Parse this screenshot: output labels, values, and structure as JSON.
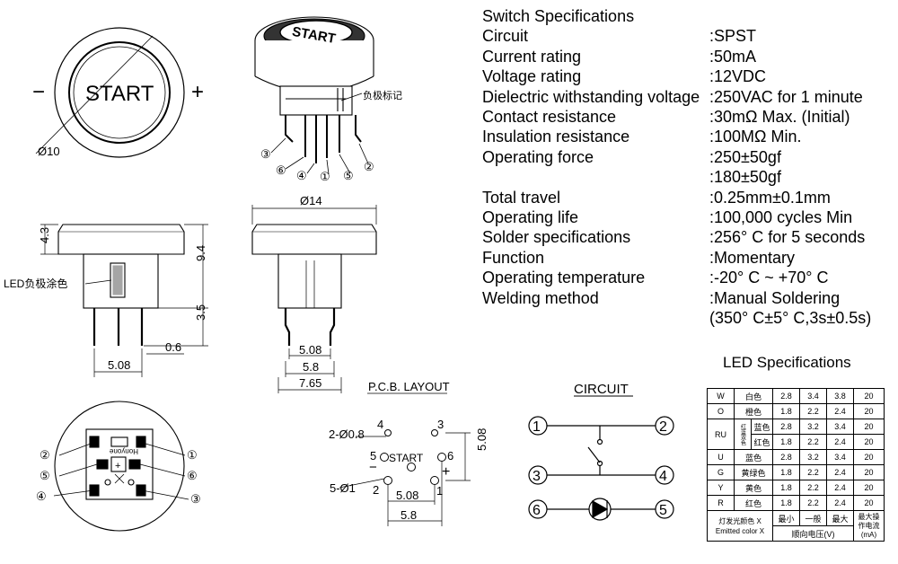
{
  "specs": {
    "title": "Switch Specifications",
    "rows": [
      {
        "k": "Circuit",
        "v": ":SPST"
      },
      {
        "k": "Current rating",
        "v": ":50mA"
      },
      {
        "k": "Voltage rating",
        "v": ":12VDC"
      },
      {
        "k": "Dielectric withstanding voltage",
        "v": ":250VAC for 1 minute"
      },
      {
        "k": "Contact resistance",
        "v": ":30mΩ  Max. (Initial)"
      },
      {
        "k": "Insulation resistance",
        "v": ":100MΩ  Min."
      },
      {
        "k": "Operating force",
        "v": ":250±50gf"
      },
      {
        "k": "",
        "v": ":180±50gf"
      },
      {
        "k": "Total travel",
        "v": ":0.25mm±0.1mm"
      },
      {
        "k": "Operating life",
        "v": ":100,000 cycles Min"
      },
      {
        "k": "Solder specifications",
        "v": ":256° C for 5 seconds"
      },
      {
        "k": "Function",
        "v": ":Momentary"
      },
      {
        "k": "Operating temperature",
        "v": ":-20° C ~ +70° C"
      },
      {
        "k": "Welding method",
        "v": ":Manual Soldering"
      },
      {
        "k": "",
        "v": "(350° C±5° C,3s±0.5s)"
      }
    ]
  },
  "led": {
    "title": "LED Specifications",
    "rows": [
      {
        "code": "W",
        "color": "白色",
        "min": "2.8",
        "typ": "3.4",
        "max": "3.8",
        "ma": "20"
      },
      {
        "code": "O",
        "color": "橙色",
        "min": "1.8",
        "typ": "2.2",
        "max": "2.4",
        "ma": "20"
      },
      {
        "code": "RU",
        "color": "蓝色",
        "min": "2.8",
        "typ": "3.2",
        "max": "3.4",
        "ma": "20"
      },
      {
        "code": "",
        "color": "红色",
        "min": "1.8",
        "typ": "2.2",
        "max": "2.4",
        "ma": "20"
      },
      {
        "code": "U",
        "color": "蓝色",
        "min": "2.8",
        "typ": "3.2",
        "max": "3.4",
        "ma": "20"
      },
      {
        "code": "G",
        "color": "黄绿色",
        "min": "1.8",
        "typ": "2.2",
        "max": "2.4",
        "ma": "20"
      },
      {
        "code": "Y",
        "color": "黄色",
        "min": "1.8",
        "typ": "2.2",
        "max": "2.4",
        "ma": "20"
      },
      {
        "code": "R",
        "color": "红色",
        "min": "1.8",
        "typ": "2.2",
        "max": "2.4",
        "ma": "20"
      }
    ],
    "ru_side": "红蓝双色",
    "footer": {
      "emit_cn": "灯发光颜色 X",
      "emit_en": "Emitted color X",
      "min": "最小",
      "typ": "一般",
      "max": "最大",
      "fwd": "顺向电压(V)",
      "cur_a": "最大操",
      "cur_b": "作电流",
      "cur_c": "(mA)"
    }
  },
  "drawing": {
    "front_label": "START",
    "minus": "−",
    "plus": "+",
    "dia10": "Ø10",
    "cathode_mark": "负极标记",
    "iso_label": "START",
    "iso_pins": [
      "③",
      "⑥",
      "④",
      "①",
      "⑤",
      "②"
    ],
    "dia14": "Ø14",
    "dim_4_3": "4.3",
    "dim_9_4": "9.4",
    "dim_3_5": "3.5",
    "dim_0_6": "0.6",
    "dim_5_08_a": "5.08",
    "led_neg": "LED负极涂色",
    "dim_5_08_b": "5.08",
    "dim_5_8": "5.8",
    "dim_7_65": "7.65",
    "pcb_title": "P.C.B. LAYOUT",
    "pcb_2d08": "2-Ø0.8",
    "pcb_5d1": "5-Ø1",
    "pcb_start": "START",
    "pcb_5_08_v": "5.08",
    "pcb_5_08_h": "5.08",
    "pcb_5_8": "5.8",
    "pcb_n1": "1",
    "pcb_n2": "2",
    "pcb_n3": "3",
    "pcb_n4": "4",
    "pcb_n5": "5",
    "pcb_n6": "6",
    "pcb_minus": "−",
    "pcb_plus": "+",
    "circuit_title": "CIRCUIT",
    "c1": "1",
    "c2": "2",
    "c3": "3",
    "c4": "4",
    "c5": "5",
    "c6": "6",
    "bottom_brand": "Honyone",
    "b1": "①",
    "b2": "②",
    "b3": "③",
    "b4": "④",
    "b5": "⑤",
    "b6": "⑥",
    "b_plus": "+"
  }
}
